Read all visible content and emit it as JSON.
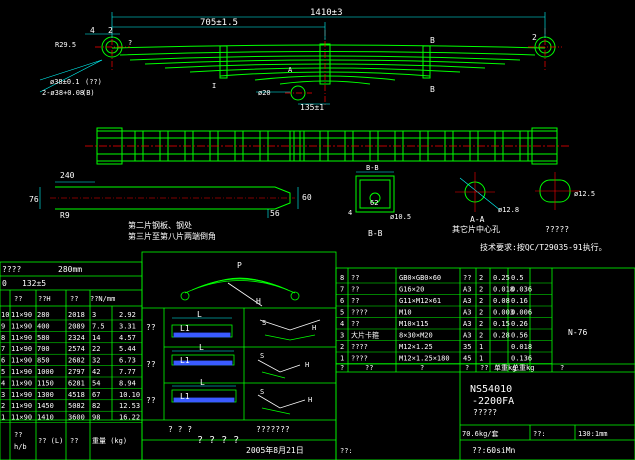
{
  "top_drawing": {
    "dim_total": "1410±3",
    "dim_center": "705±1.5",
    "dim_4": "4",
    "dim_2": "2",
    "dim_r": "R29.5",
    "dim_bushing1": "ø38±0.1",
    "dim_bushing1_note": "(??)",
    "dim_bushing2": "2-ø38+0.08",
    "dim_bushing2_note": "(B)",
    "dim_ball": "ø20",
    "dim_135": "135±1",
    "section_mark": "B",
    "section_mark2": "B",
    "label_a": "A",
    "label_i": "I",
    "label_q": "?",
    "label_q2": "2"
  },
  "plan_drawing": {
    "dim_240": "240",
    "dim_76": "76",
    "dim_r9": "R9",
    "dim_56": "56",
    "dim_60": "60"
  },
  "section_bb": {
    "caption": "B-B",
    "top_dim": "B-B",
    "dim_4": "4",
    "dim_10": "ø10.5",
    "dim_62": "62"
  },
  "section_aa": {
    "caption": "A-A",
    "sub_caption": "其它片中心孔",
    "dim_hole": "ø12.8"
  },
  "right_detail": {
    "caption": "?????",
    "dim": "ø12.5"
  },
  "notes": {
    "line1": "第二片钢板、钢处",
    "line2": "第三片至第八片两端倒角",
    "spec": "技术要求:按QC/T29035-91执行。"
  },
  "left_table": {
    "title": "????",
    "title_value": "280mm",
    "row0_a": "0",
    "row0_b": "132±5",
    "header": [
      "??",
      "??H",
      "??",
      "??N/mm"
    ],
    "rows": [
      [
        "10",
        "11×90",
        "280",
        "2018",
        "3",
        "2.92"
      ],
      [
        "9",
        "11×90",
        "400",
        "2089",
        "7.5",
        "3.31"
      ],
      [
        "8",
        "11×90",
        "580",
        "2324",
        "14",
        "4.57"
      ],
      [
        "7",
        "11×90",
        "700",
        "2574",
        "22",
        "5.44"
      ],
      [
        "6",
        "11×90",
        "850",
        "2682",
        "32",
        "6.73"
      ],
      [
        "5",
        "11×90",
        "1000",
        "2797",
        "42",
        "7.77"
      ],
      [
        "4",
        "11×90",
        "1150",
        "6281",
        "54",
        "8.94"
      ],
      [
        "3",
        "11×90",
        "1300",
        "4518",
        "67",
        "10.10"
      ],
      [
        "2",
        "11×90",
        "1450",
        "5082",
        "82",
        "12.53"
      ],
      [
        "1",
        "11×90",
        "1410",
        "3600",
        "98",
        "16.22"
      ]
    ],
    "footer": [
      "??",
      "h/b",
      "??\n(L)",
      "??",
      "重量\n(kg)"
    ]
  },
  "middle_figures": {
    "label_p": "P",
    "label_h": "H",
    "label_l": "L",
    "label_l1": "L1",
    "label_s": "S",
    "footer": [
      "? ? ?",
      "? ? ? ?",
      "???????"
    ],
    "side_marks": [
      "??",
      "??",
      "??"
    ],
    "date": "2005年8月21日"
  },
  "right_table": {
    "rows": [
      [
        "8",
        "??",
        "GB0×GB0×60",
        "??",
        "2",
        "0.25",
        "0.5"
      ],
      [
        "7",
        "??",
        "G16×20",
        "A3",
        "2",
        "0.018",
        "0.036"
      ],
      [
        "6",
        "??",
        "G11×M12×61",
        "A3",
        "2",
        "0.08",
        "0.16"
      ],
      [
        "5",
        "????",
        "M10",
        "A3",
        "2",
        "0.003",
        "0.006"
      ],
      [
        "4",
        "??",
        "M10×115",
        "A3",
        "2",
        "0.15",
        "0.26"
      ],
      [
        "3",
        "大片卡箍",
        "8×30×M20",
        "A3",
        "2",
        "0.28",
        "0.56"
      ],
      [
        "2",
        "????",
        "M12×1.25",
        "35",
        "1",
        "",
        "0.018"
      ],
      [
        "1",
        "????",
        "M12×1.25×180",
        "45",
        "1",
        "",
        "0.136"
      ]
    ],
    "extra_note": "N-76",
    "footer": [
      "?",
      "??",
      "?",
      "?",
      "??",
      "单重kg",
      "总重kg",
      "?"
    ],
    "model": "NS54010",
    "model2": "-2200FA",
    "sub": "?????",
    "scale": "70.6kg/套",
    "weight": "130:1mm",
    "weight2": "??:",
    "bottom_left": "??:",
    "bottom_mid": "??:60siMn"
  },
  "colors": {
    "line": "#00ff00",
    "center": "#ff0000",
    "dim": "#00ffff",
    "text": "#ffffff",
    "note": "#ffff00",
    "blue": "#3a5bff"
  }
}
